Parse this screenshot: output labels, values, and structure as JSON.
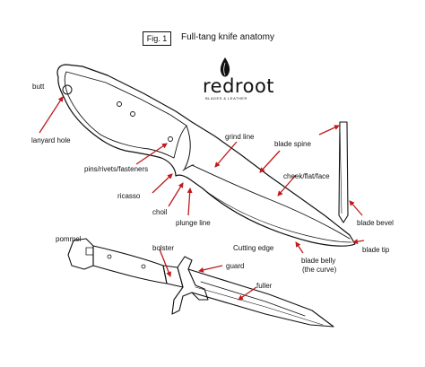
{
  "figure": {
    "number": "Fig. 1",
    "title": "Full-tang knife anatomy"
  },
  "logo": {
    "brand": "redroot",
    "tagline": "BLADES & LEATHER"
  },
  "labels": {
    "butt": "butt",
    "lanyard_hole": "lanyard hole",
    "pins": "pins/rivets/fasteners",
    "ricasso": "ricasso",
    "choil": "choil",
    "plunge_line": "plunge line",
    "grind_line": "grind line",
    "blade_spine": "blade spine",
    "cheek": "cheek/flat/face",
    "blade_bevel": "blade bevel",
    "blade_tip": "blade tip",
    "blade_belly_1": "blade belly",
    "blade_belly_2": "(the curve)",
    "cutting_edge": "Cutting edge",
    "pommel": "pommel",
    "bolster": "bolster",
    "guard": "guard",
    "fuller": "fuller"
  },
  "colors": {
    "ink": "#111111",
    "arrow": "#c0191b"
  },
  "icons": {
    "logo_mark": "flame-icon"
  }
}
